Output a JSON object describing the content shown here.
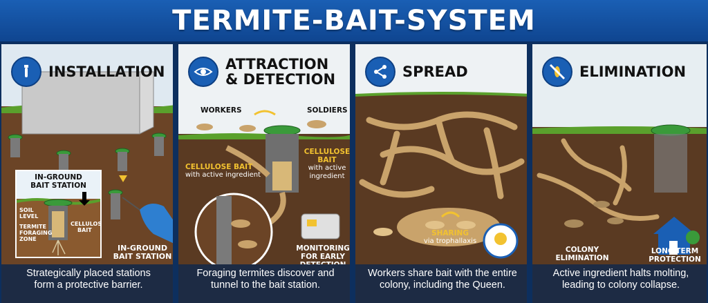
{
  "title": "TERMITE-BAIT-SYSTEM",
  "colors": {
    "banner": "#1a5fb4",
    "caption_bg": "#1d2b44",
    "soil": "#6b4426",
    "grass": "#5aa02c",
    "station_lid": "#3a9a3a",
    "highlight": "#f2c230"
  },
  "panels": [
    {
      "icon": "tube-icon",
      "title": "INSTALLATION",
      "inset_title_1": "IN-GROUND",
      "inset_title_2": "BAIT STATION",
      "soil_level_1": "SOIL",
      "soil_level_2": "LEVEL",
      "foraging_1": "TERMITE",
      "foraging_2": "FORAGING",
      "foraging_3": "ZONE",
      "cellulose_1": "CELLULOSE",
      "cellulose_2": "BAIT",
      "station_label_1": "IN-GROUND",
      "station_label_2": "BAIT STATION",
      "caption_1": "Strategically placed stations",
      "caption_2": "form a protective barrier."
    },
    {
      "icon": "eye-icon",
      "title_1": "ATTRACTION",
      "title_2": "& DETECTION",
      "workers": "WORKERS",
      "soldiers": "SOLDIERS",
      "bait_left_1": "CELLULOSE BAIT",
      "bait_left_2": "with active ingredient",
      "bait_right_1": "CELLULOSE",
      "bait_right_2": "BAIT",
      "bait_right_3": "with active",
      "bait_right_4": "ingredient",
      "monitor_1": "MONITORING",
      "monitor_2": "FOR EARLY",
      "monitor_3": "DETECTION",
      "caption_1": "Foraging termites discover and",
      "caption_2": "tunnel to the bait station."
    },
    {
      "icon": "share-icon",
      "title": "SPREAD",
      "sharing": "SHARING",
      "sharing_sub": "via trophallaxis",
      "caption_1": "Workers share bait with the entire",
      "caption_2": "colony, including the Queen."
    },
    {
      "icon": "no-termite-icon",
      "title": "ELIMINATION",
      "colony_1": "COLONY",
      "colony_2": "ELIMINATION",
      "protect_1": "LONG-TERM",
      "protect_2": "PROTECTION",
      "caption_1": "Active ingredient halts molting,",
      "caption_2": "leading to colony collapse."
    }
  ]
}
